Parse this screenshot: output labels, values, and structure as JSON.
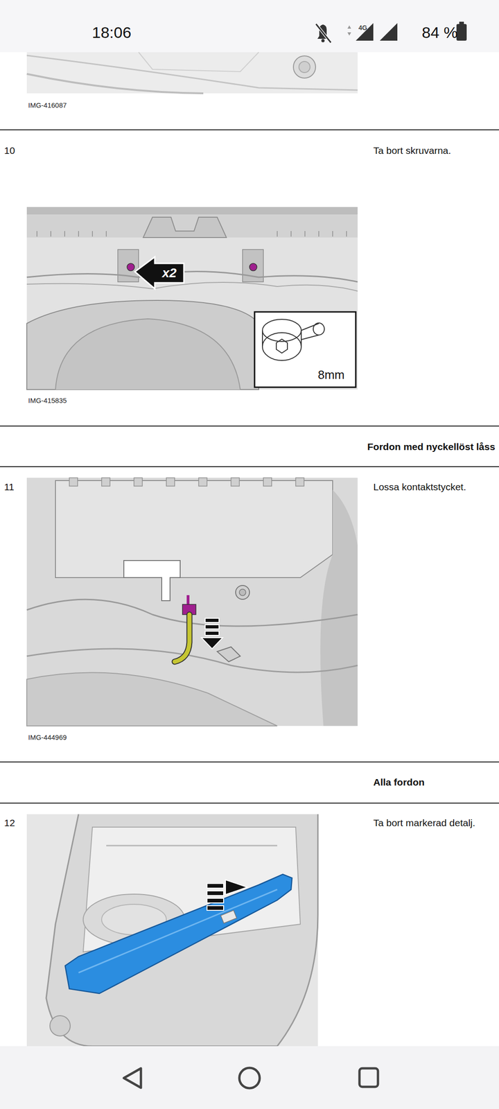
{
  "diagram": {
    "labels": [
      "18:06",
      "4G",
      "84 %",
      "IMG-416087",
      "10",
      "Ta bort skruvarna.",
      "x2",
      "8mm",
      "IMG-415835",
      "Fordon med nyckellöst låss",
      "11",
      "Lossa kontaktstycket.",
      "IMG-444969",
      "Alla fordon",
      "12",
      "Ta bort markerad detalj."
    ]
  }
}
